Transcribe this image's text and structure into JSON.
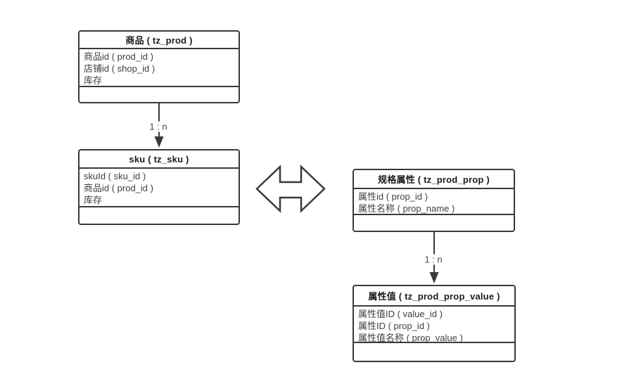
{
  "diagram": {
    "type": "er-diagram",
    "colors": {
      "background": "#ffffff",
      "border": "#3a3a3a",
      "title_text": "#1c1c1c",
      "field_text": "#3f3f3f",
      "label_text": "#4a4a4a"
    },
    "tables": [
      {
        "name": "tz_prod",
        "title": "商品 ( tz_prod )",
        "fields": [
          "商品id ( prod_id )",
          "店铺id ( shop_id )",
          "库存"
        ]
      },
      {
        "name": "tz_sku",
        "title": "sku ( tz_sku )",
        "fields": [
          "skuId ( sku_id )",
          "商品id ( prod_id )",
          "库存"
        ]
      },
      {
        "name": "tz_prod_prop",
        "title": "规格属性 ( tz_prod_prop )",
        "fields": [
          "属性id ( prop_id )",
          "属性名称 ( prop_name )"
        ]
      },
      {
        "name": "tz_prod_prop_value",
        "title": "属性值 ( tz_prod_prop_value )",
        "fields": [
          "属性值ID ( value_id )",
          "属性ID ( prop_id )",
          "属性值名称 ( prop_value )"
        ]
      }
    ],
    "connectors": [
      {
        "from": "tz_prod",
        "to": "tz_sku",
        "label": "1 : n",
        "style": "arrow-down"
      },
      {
        "from": "tz_prod_prop",
        "to": "tz_prod_prop_value",
        "label": "1 : n",
        "style": "arrow-down"
      },
      {
        "from": "tz_sku",
        "to": "tz_prod_prop",
        "label": "",
        "style": "bidirectional-block-arrow"
      }
    ]
  }
}
